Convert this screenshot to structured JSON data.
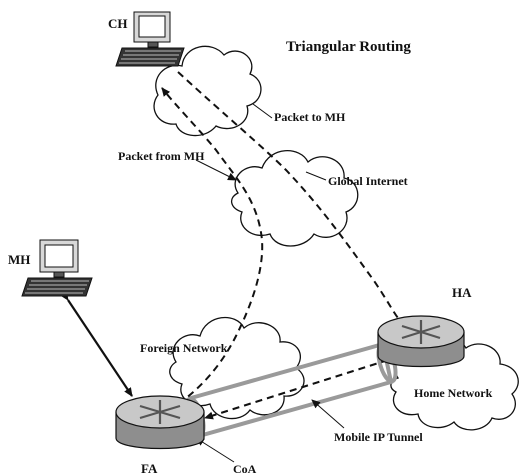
{
  "diagram": {
    "title": "Triangular Routing",
    "labels": {
      "ch": "CH",
      "mh": "MH",
      "ha": "HA",
      "fa": "FA",
      "coa": "CoA",
      "packet_to_mh": "Packet to MH",
      "packet_from_mh": "Packet from MH",
      "global_internet": "Global Internet",
      "foreign_network": "Foreign Network",
      "home_network": "Home Network",
      "mobile_ip_tunnel": "Mobile IP Tunnel"
    }
  },
  "colors": {
    "line": "#111111",
    "tunnel": "#9a9a9a",
    "router_top": "#c8c8c8",
    "router_side": "#8e8e8e"
  }
}
